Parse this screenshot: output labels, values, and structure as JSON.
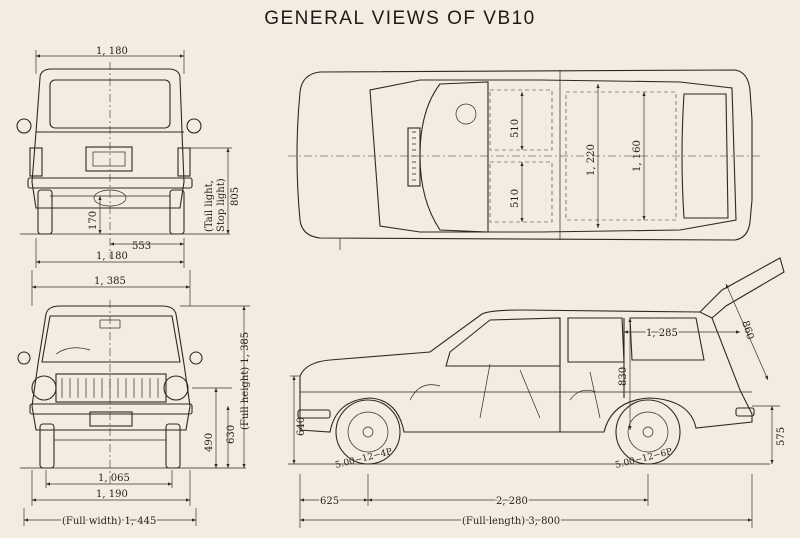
{
  "title": "GENERAL VIEWS OF VB10",
  "dimensions": {
    "rear_track_top": "1, 180",
    "rear_width_bottom": "1, 180",
    "half_track": "553",
    "ground_clearance": "170",
    "tail_light_height": "805",
    "tail_light_label_1": "(Tail light,",
    "tail_light_label_2": "Stop light)",
    "overall_width_top": "1, 385",
    "front_track": "1, 065",
    "front_width": "1, 190",
    "full_width": "(Full width) 1, 445",
    "full_height": "(Full height) 1, 385",
    "headlight_height": "630",
    "bumper_height": "490",
    "top_seat_width_front": "510",
    "top_seat_width_rear": "510",
    "top_interior_width": "1, 220",
    "top_cargo_width": "1, 160",
    "cargo_length": "1, 285",
    "tailgate_opening": "860",
    "side_height": "830",
    "side_front_height": "640",
    "rear_overhang_height": "575",
    "front_overhang": "625",
    "wheelbase": "2, 280",
    "full_length": "(Full length) 3, 800",
    "front_tire": "5.00−12−4P",
    "rear_tire": "5.00−12−6P"
  }
}
